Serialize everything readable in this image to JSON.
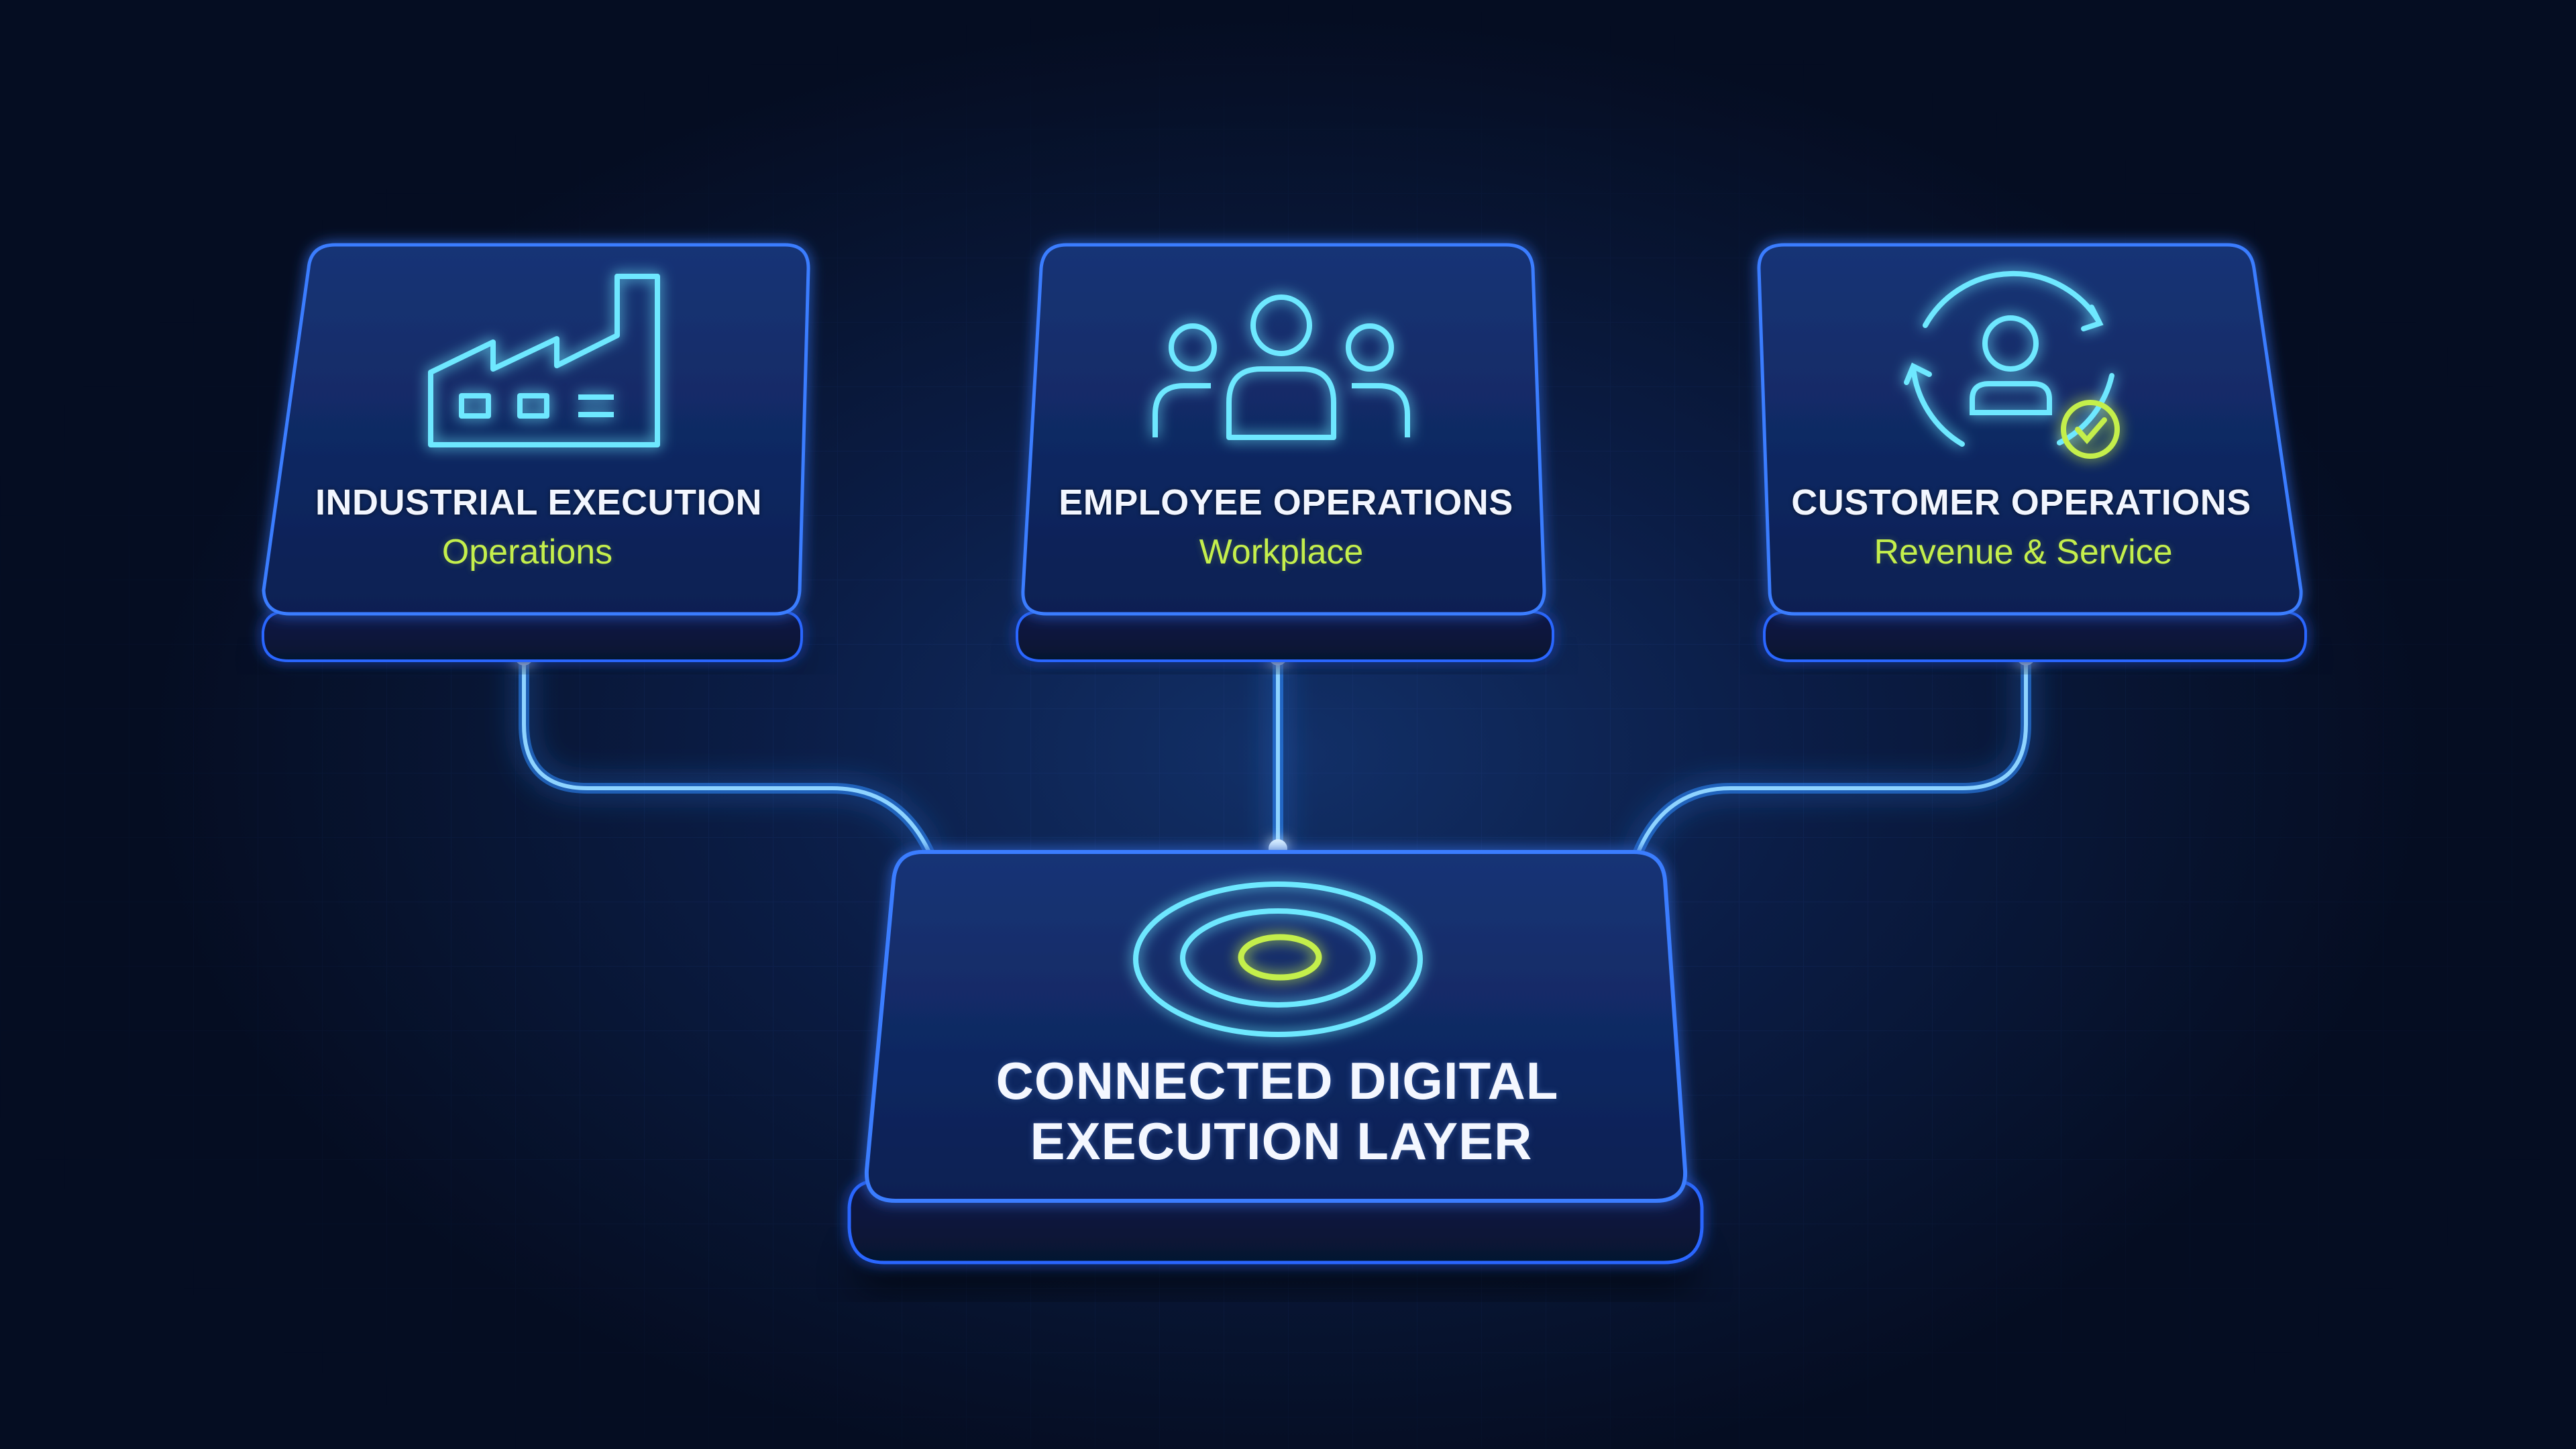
{
  "cards": [
    {
      "title": "INDUSTRIAL EXECUTION",
      "subtitle": "Operations",
      "icon": "factory-icon"
    },
    {
      "title": "EMPLOYEE OPERATIONS",
      "subtitle": "Workplace",
      "icon": "people-group-icon"
    },
    {
      "title": "CUSTOMER OPERATIONS",
      "subtitle": "Revenue & Service",
      "icon": "customer-cycle-check-icon"
    }
  ],
  "hub": {
    "title_line1": "CONNECTED DIGITAL",
    "title_line2": "EXECUTION LAYER",
    "icon": "concentric-target-icon"
  },
  "colors": {
    "background": "#071430",
    "card_fill": "#0d2256",
    "card_border": "#3a7dff",
    "connector_glow": "#2f8bff",
    "icon_stroke": "#6ee8ff",
    "subtitle_accent": "#c4ef4c",
    "title_text": "#f2f6ff"
  }
}
